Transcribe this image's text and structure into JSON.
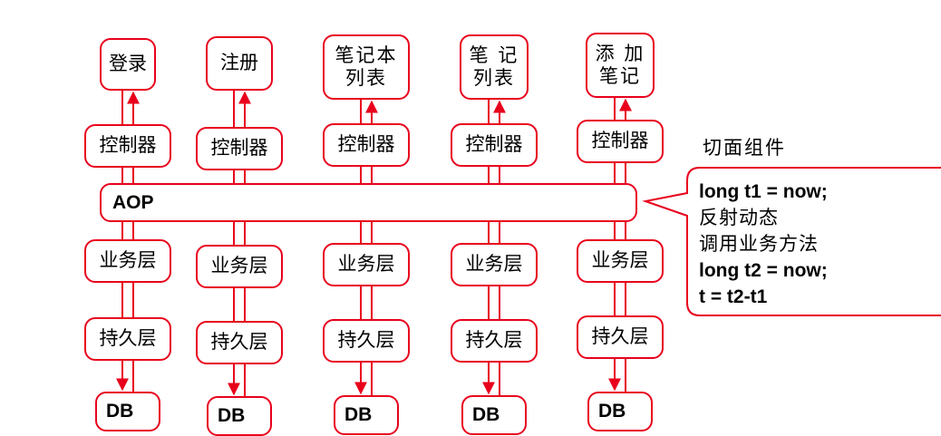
{
  "columns": [
    {
      "top": [
        "登录"
      ],
      "controller": "控制器",
      "service": "业务层",
      "persistence": "持久层",
      "db": "DB"
    },
    {
      "top": [
        "注册"
      ],
      "controller": "控制器",
      "service": "业务层",
      "persistence": "持久层",
      "db": "DB"
    },
    {
      "top": [
        "笔记本",
        "列表"
      ],
      "controller": "控制器",
      "service": "业务层",
      "persistence": "持久层",
      "db": "DB"
    },
    {
      "top": [
        "笔 记",
        "列表"
      ],
      "controller": "控制器",
      "service": "业务层",
      "persistence": "持久层",
      "db": "DB"
    },
    {
      "top": [
        "添 加",
        "笔记"
      ],
      "controller": "控制器",
      "service": "业务层",
      "persistence": "持久层",
      "db": "DB"
    }
  ],
  "aop": {
    "label": "AOP"
  },
  "aspect": {
    "label": "切面组件",
    "lines": [
      {
        "text": "long t1 = now;",
        "style": "code"
      },
      {
        "text": "反射动态",
        "style": "cn"
      },
      {
        "text": "调用业务方法",
        "style": "cn"
      },
      {
        "text": "long t2 = now;",
        "style": "code"
      },
      {
        "text": "t = t2-t1",
        "style": "code"
      }
    ]
  },
  "colors": {
    "accent": "#e8001c",
    "text": "#000000",
    "background": "#ffffff"
  }
}
